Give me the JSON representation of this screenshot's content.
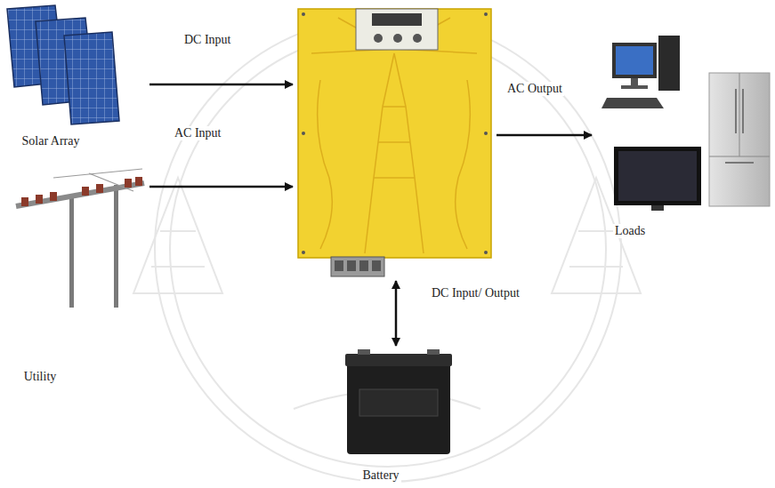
{
  "diagram": {
    "nodes": [
      {
        "text": [
          "Solar Array"
        ]
      },
      {
        "text": [
          "Utility"
        ]
      },
      {
        "text": []
      },
      {
        "text": [
          "Loads"
        ]
      },
      {
        "text": [
          "Battery"
        ]
      }
    ],
    "edges": [
      {
        "from": 0,
        "to": 2,
        "arrow": "to",
        "label": "DC Input"
      },
      {
        "from": 1,
        "to": 2,
        "arrow": "to",
        "label": "AC Input"
      },
      {
        "from": 2,
        "to": 3,
        "arrow": "to",
        "label": "AC Output"
      },
      {
        "from": 2,
        "to": 4,
        "arrow": "both",
        "label": "DC Input/ Output"
      }
    ]
  }
}
